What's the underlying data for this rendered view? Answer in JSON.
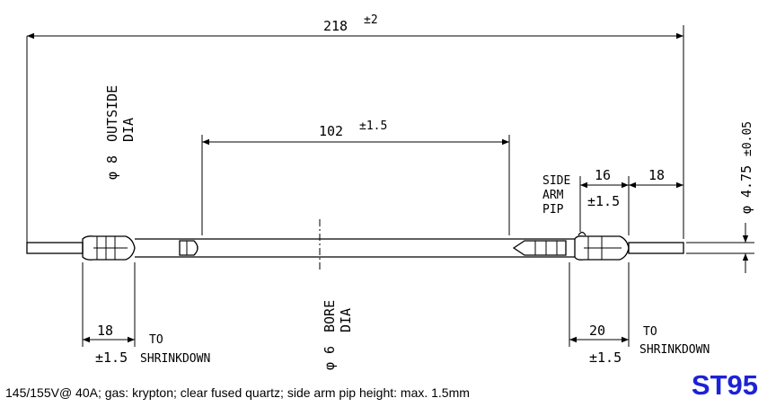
{
  "dimensions": {
    "overall_length": "218",
    "overall_tol": "±2",
    "arc_length": "102",
    "arc_tol": "±1.5",
    "outside_dia_symbol": "φ 8",
    "outside_dia_label_1": "OUTSIDE",
    "outside_dia_label_2": "DIA",
    "bore_dia_symbol": "φ 6",
    "bore_dia_label_1": "BORE",
    "bore_dia_label_2": "DIA",
    "pin_dia_symbol": "φ",
    "pin_dia_value": "4.75",
    "pin_dia_tol": "±0.05",
    "side_arm_1": "SIDE",
    "side_arm_2": "ARM",
    "side_arm_3": "PIP",
    "side_dim_16": "16",
    "side_dim_16_tol": "±1.5",
    "side_dim_18": "18",
    "left_shrink_value": "18",
    "left_shrink_tol": "±1.5",
    "left_shrink_to": "TO",
    "left_shrink_label": "SHRINKDOWN",
    "right_shrink_value": "20",
    "right_shrink_tol": "±1.5",
    "right_shrink_to": "TO",
    "right_shrink_label": "SHRINKDOWN"
  },
  "caption": "145/155V@ 40A; gas: krypton; clear fused quartz; side arm pip height: max. 1.5mm",
  "model": "ST95",
  "colors": {
    "model": "#1d22d6",
    "ink": "#000000"
  }
}
